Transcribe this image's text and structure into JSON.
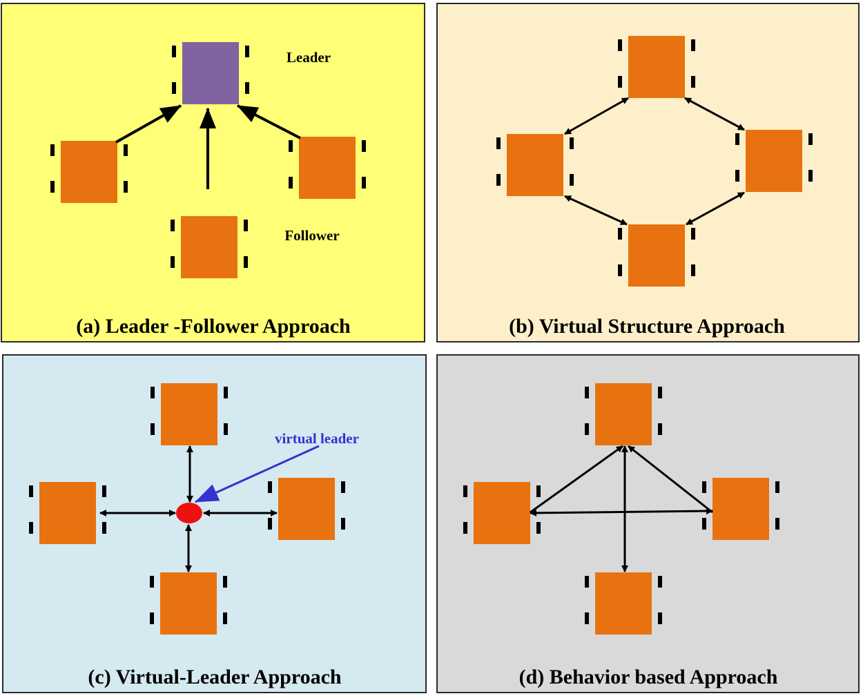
{
  "panels": {
    "a": {
      "caption": "(a) Leader -Follower Approach",
      "leader_label": "Leader",
      "follower_label": "Follower"
    },
    "b": {
      "caption": "(b) Virtual Structure Approach"
    },
    "c": {
      "caption": "(c) Virtual-Leader Approach",
      "virtual_leader_label": "virtual leader"
    },
    "d": {
      "caption": "(d) Behavior based Approach"
    }
  },
  "colors": {
    "robot_body": "#e8720f",
    "leader_body": "#8064a2",
    "virtual_leader": "#ee1111",
    "virtual_leader_pointer": "#3333cc",
    "panel_a_bg": "#ffff77",
    "panel_b_bg": "#fdefc9",
    "panel_c_bg": "#d5e9f1",
    "panel_d_bg": "#d9d9d9"
  }
}
